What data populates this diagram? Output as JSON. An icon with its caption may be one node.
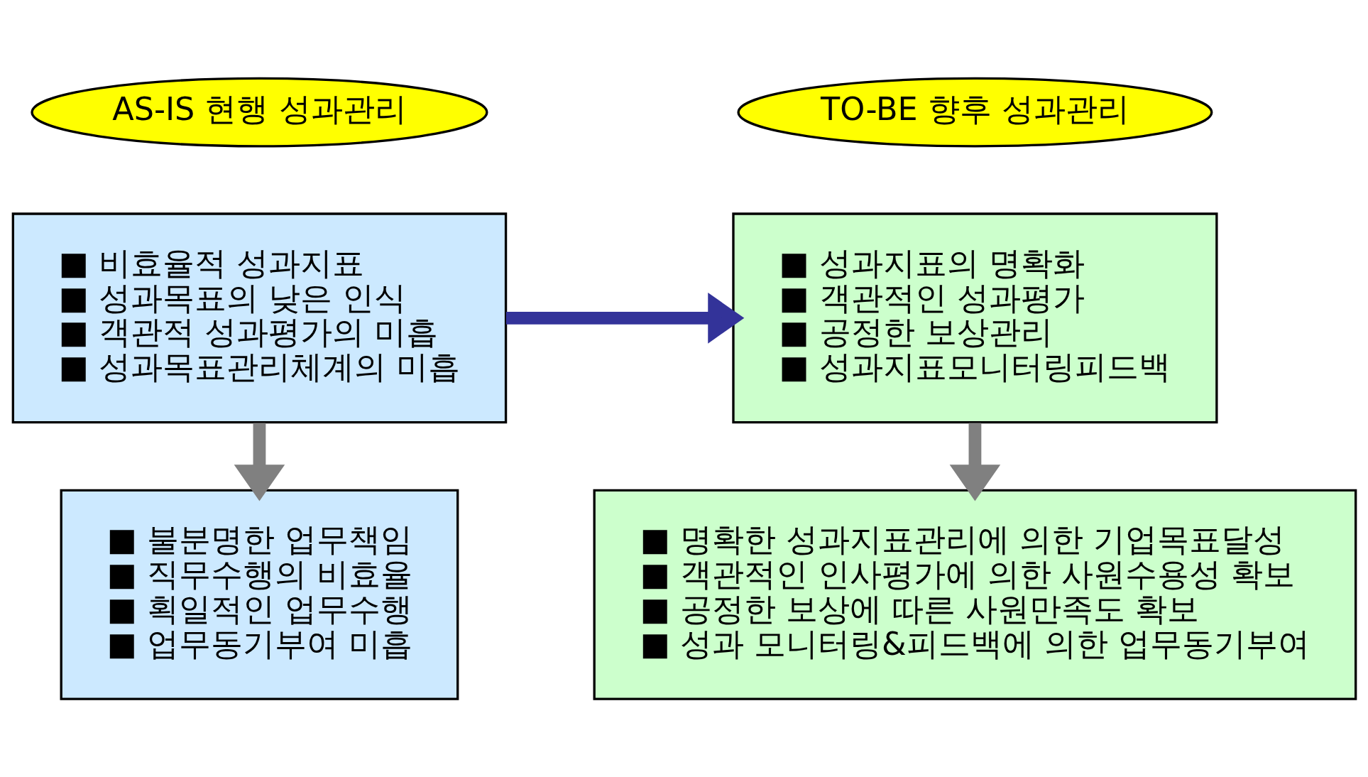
{
  "diagram": {
    "nodes": [
      {
        "text": [
          "AS-IS 현행 성과관리"
        ]
      },
      {
        "text": [
          "TO-BE 향후 성과관리"
        ]
      },
      {
        "text": [
          "■ 비효율적 성과지표",
          "■ 성과목표의 낮은 인식",
          "■ 객관적 성과평가의 미흡",
          "■ 성과목표관리체계의 미흡"
        ]
      },
      {
        "text": [
          "■ 성과지표의 명확화",
          "■ 객관적인 성과평가",
          "■ 공정한 보상관리",
          "■ 성과지표모니터링피드백"
        ]
      },
      {
        "text": [
          "■ 불분명한 업무책임",
          "■ 직무수행의 비효율",
          "■ 획일적인 업무수행",
          "■ 업무동기부여 미흡"
        ]
      },
      {
        "text": [
          "■ 명확한 성과지표관리에 의한 기업목표달성",
          "■ 객관적인 인사평가에 의한 사원수용성 확보",
          "■ 공정한 보상에 따른 사원만족도 확보",
          "■ 성과 모니터링&피드백에 의한 업무동기부여"
        ]
      }
    ],
    "edges": [
      {
        "from": 2,
        "to": 4,
        "arrow": "to"
      },
      {
        "from": 3,
        "to": 5,
        "arrow": "to"
      },
      {
        "from": 2,
        "to": 3,
        "arrow": "to",
        "color": "#333399"
      }
    ]
  }
}
